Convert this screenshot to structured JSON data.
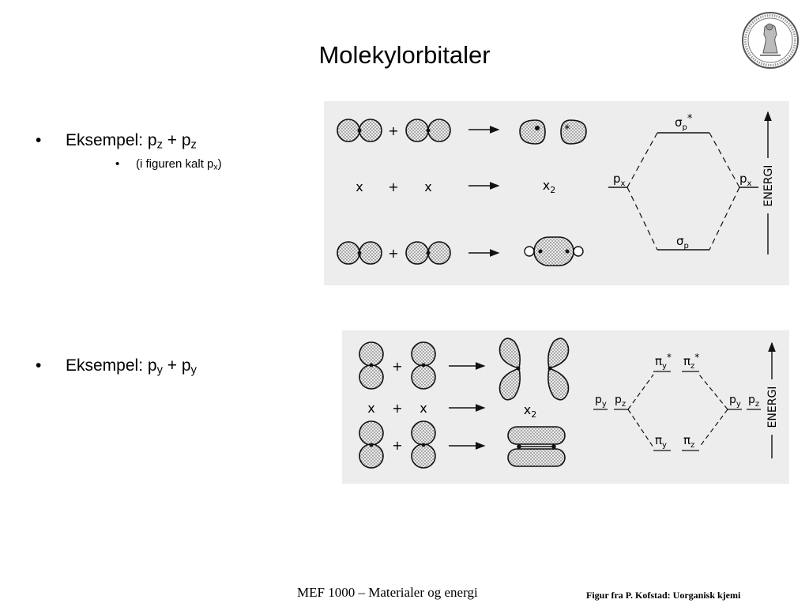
{
  "slide": {
    "title": "Molekylorbitaler",
    "bullets": [
      {
        "symbol": "•",
        "prefix": "Eksempel: p",
        "sub1": "z",
        "plus": " + p",
        "sub2": "z"
      },
      {
        "symbol": "•",
        "prefix": "Eksempel: p",
        "sub1": "y",
        "plus": " + p",
        "sub2": "y"
      }
    ],
    "subbullet": {
      "symbol": "•",
      "prefix": "(i figuren kalt p",
      "sub": "x",
      "suffix": ")"
    }
  },
  "figure1": {
    "plus": "+",
    "atom": "x",
    "molecule": "x",
    "molecule_sub": "2",
    "px": "p",
    "px_sub": "x",
    "sigma": "σ",
    "sigma_sub": "p",
    "star": "*",
    "axis_label": "ENERGI"
  },
  "figure2": {
    "plus": "+",
    "atom": "x",
    "molecule": "x",
    "molecule_sub": "2",
    "p": "p",
    "sub_y": "y",
    "sub_z": "z",
    "pi": "π",
    "star": "*",
    "axis_label": "ENERGI"
  },
  "footer": {
    "course": "MEF 1000 – Materialer og energi",
    "credit": "Figur fra P. Kofstad: Uorganisk kjemi"
  }
}
